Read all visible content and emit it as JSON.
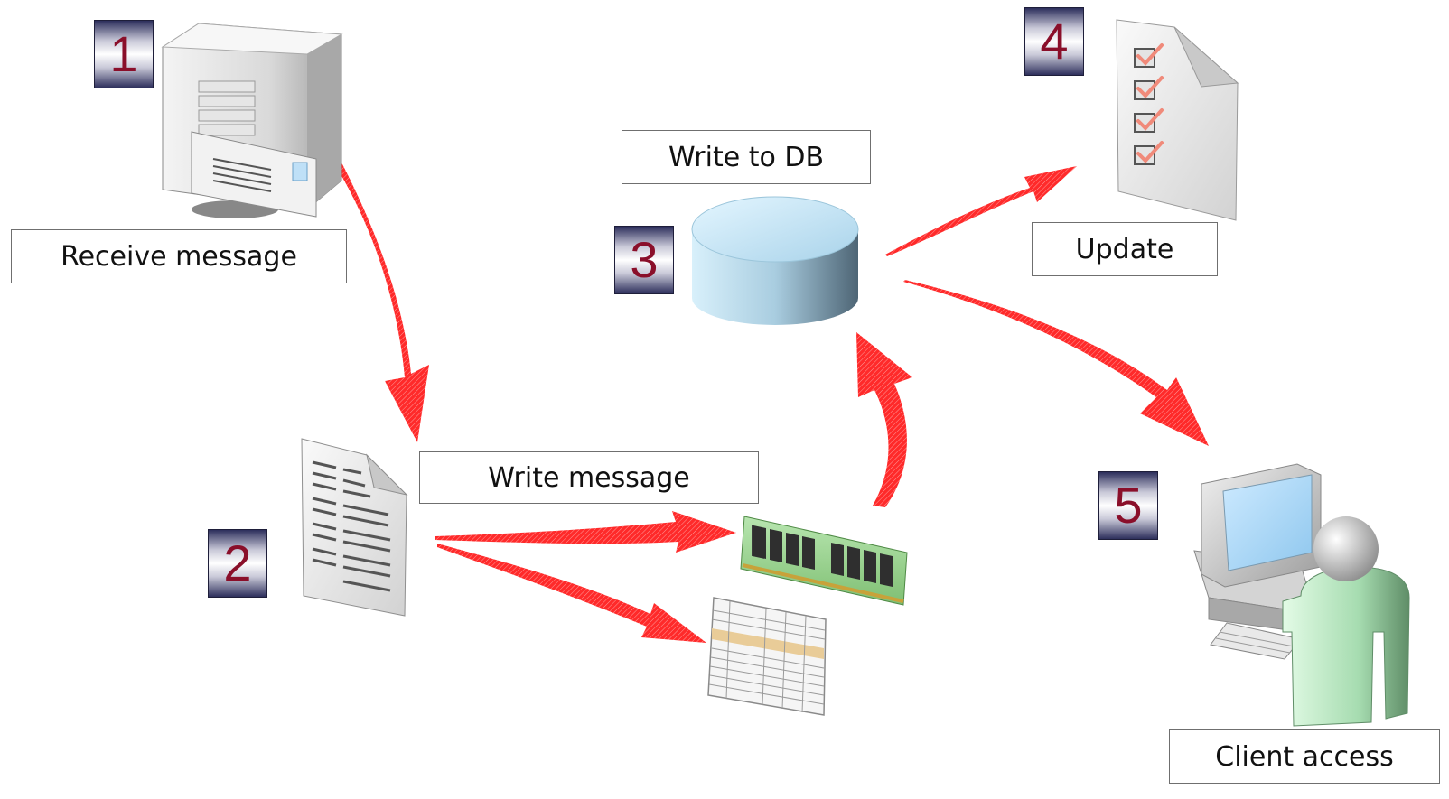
{
  "steps": [
    {
      "number": "1",
      "label": "Receive message"
    },
    {
      "number": "2",
      "label": "Write message"
    },
    {
      "number": "3",
      "label": "Write to DB"
    },
    {
      "number": "4",
      "label": "Update"
    },
    {
      "number": "5",
      "label": "Client access"
    }
  ],
  "colors": {
    "arrow": "#ff2a2a",
    "badge_text": "#8a0f2a",
    "database": "#bfe3f5"
  },
  "icons": [
    "server-icon",
    "document-icon",
    "memory-module-icon",
    "table-sheet-icon",
    "database-icon",
    "checklist-icon",
    "client-computer-icon",
    "user-icon"
  ]
}
